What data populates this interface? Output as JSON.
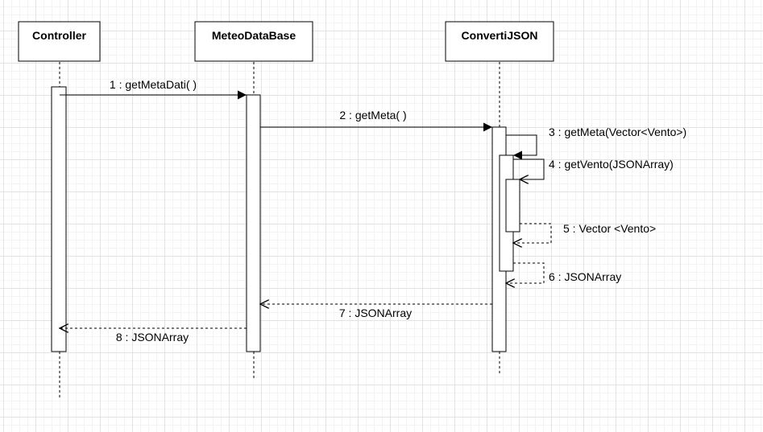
{
  "participants": [
    {
      "name": "Controller"
    },
    {
      "name": "MeteoDataBase"
    },
    {
      "name": "ConvertiJSON"
    }
  ],
  "messages": [
    {
      "label": "1 : getMetaDati( )",
      "kind": "synchronous call"
    },
    {
      "label": "2 : getMeta( )",
      "kind": "synchronous call"
    },
    {
      "label": "3 : getMeta(Vector<Vento>)",
      "kind": "self call"
    },
    {
      "label": "4 : getVento(JSONArray)",
      "kind": "self call"
    },
    {
      "label": "5 : Vector <Vento>",
      "kind": "return"
    },
    {
      "label": "6 : JSONArray",
      "kind": "return"
    },
    {
      "label": "7 : JSONArray",
      "kind": "return"
    },
    {
      "label": "8 : JSONArray",
      "kind": "return"
    }
  ]
}
